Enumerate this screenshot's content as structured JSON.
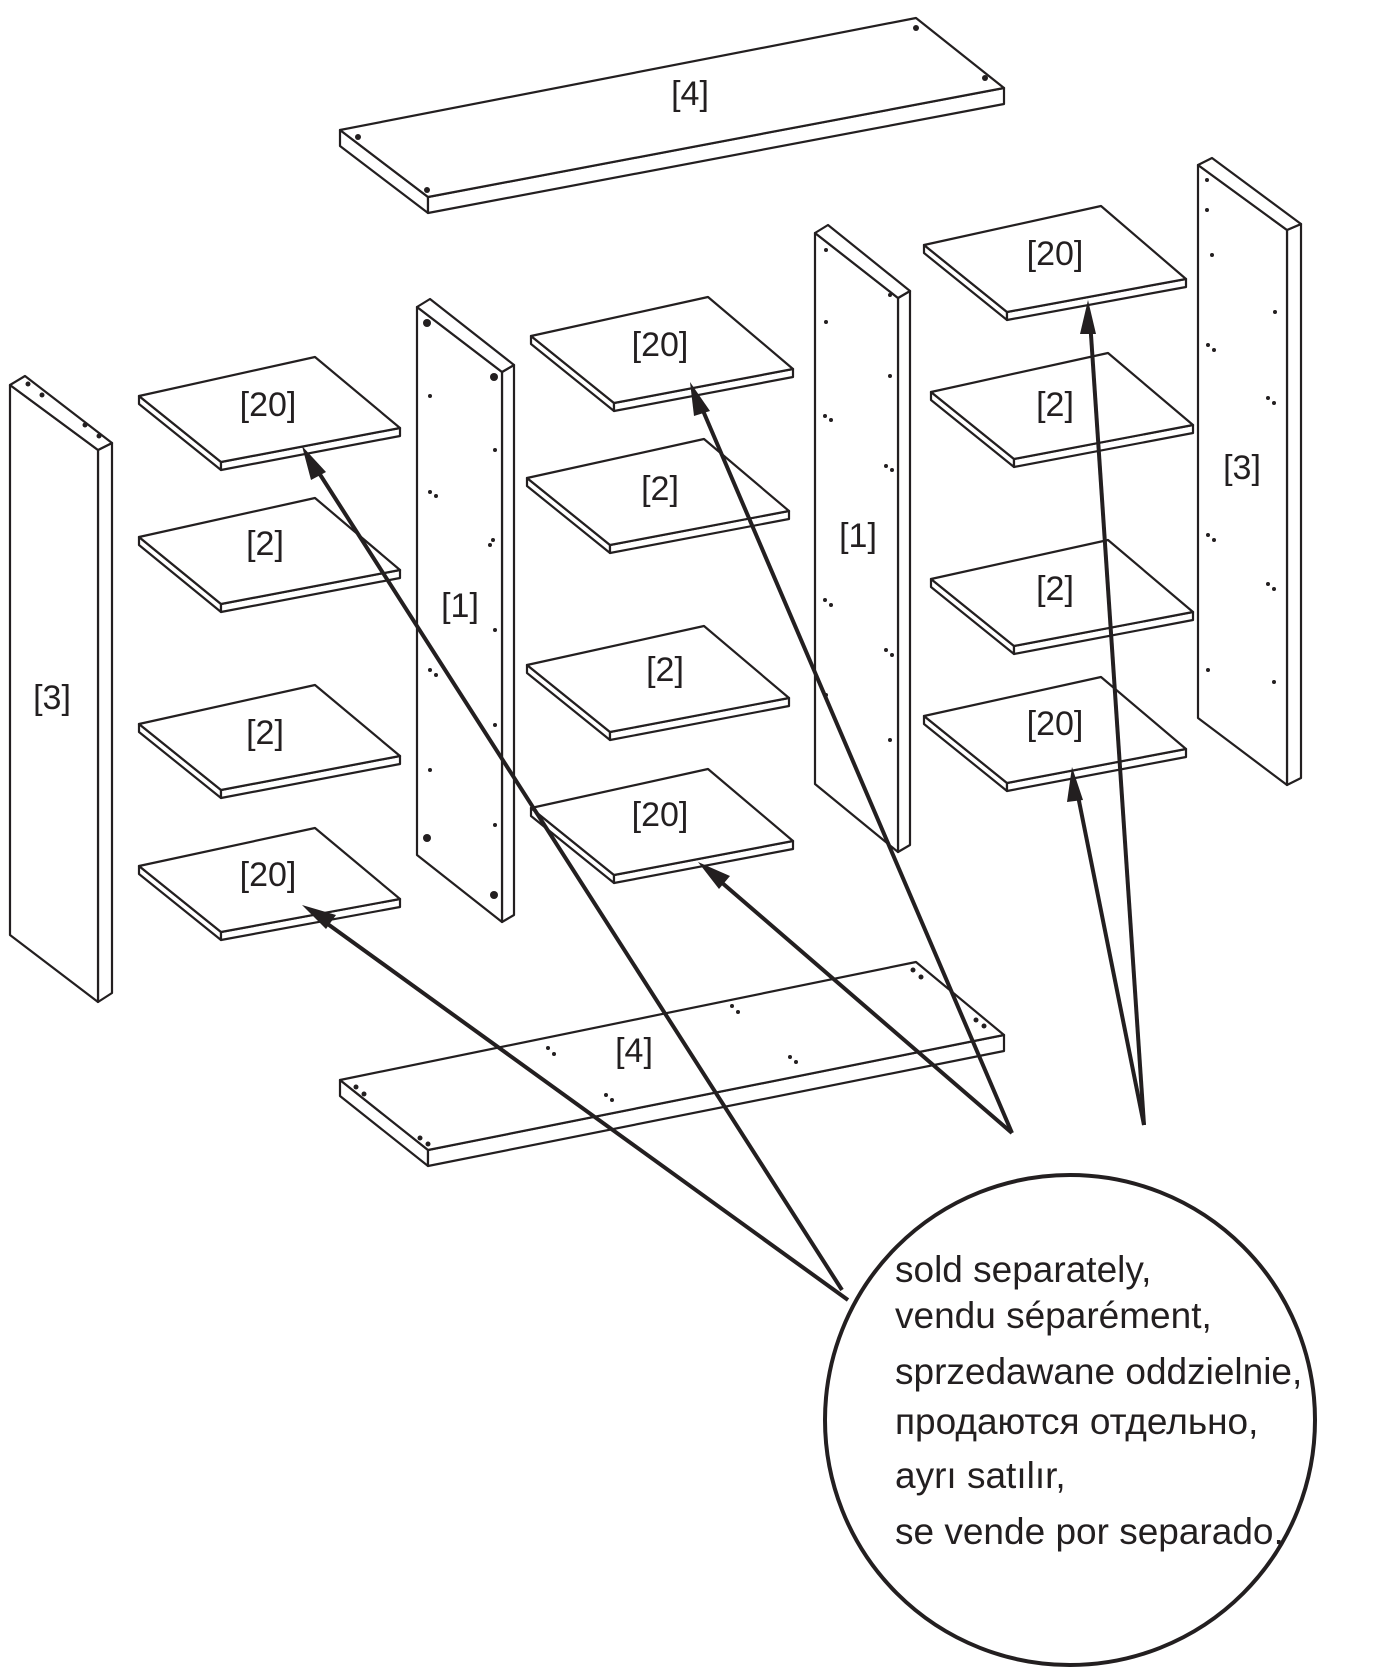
{
  "panels": {
    "top_board": "[4]",
    "bottom_board": "[4]",
    "side_left": "[3]",
    "side_right": "[3]",
    "divider_left": "[1]",
    "divider_right": "[1]",
    "col1_shelves": [
      "[20]",
      "[2]",
      "[2]",
      "[20]"
    ],
    "col2_shelves": [
      "[20]",
      "[2]",
      "[2]",
      "[20]"
    ],
    "col3_shelves": [
      "[20]",
      "[2]",
      "[2]",
      "[20]"
    ]
  },
  "note": {
    "lines": [
      "sold separately,",
      "vendu séparément,",
      "sprzedawane oddzielnie,",
      "продаются отдельно,",
      "ayrı satılır,",
      "se vende por separado,"
    ]
  }
}
